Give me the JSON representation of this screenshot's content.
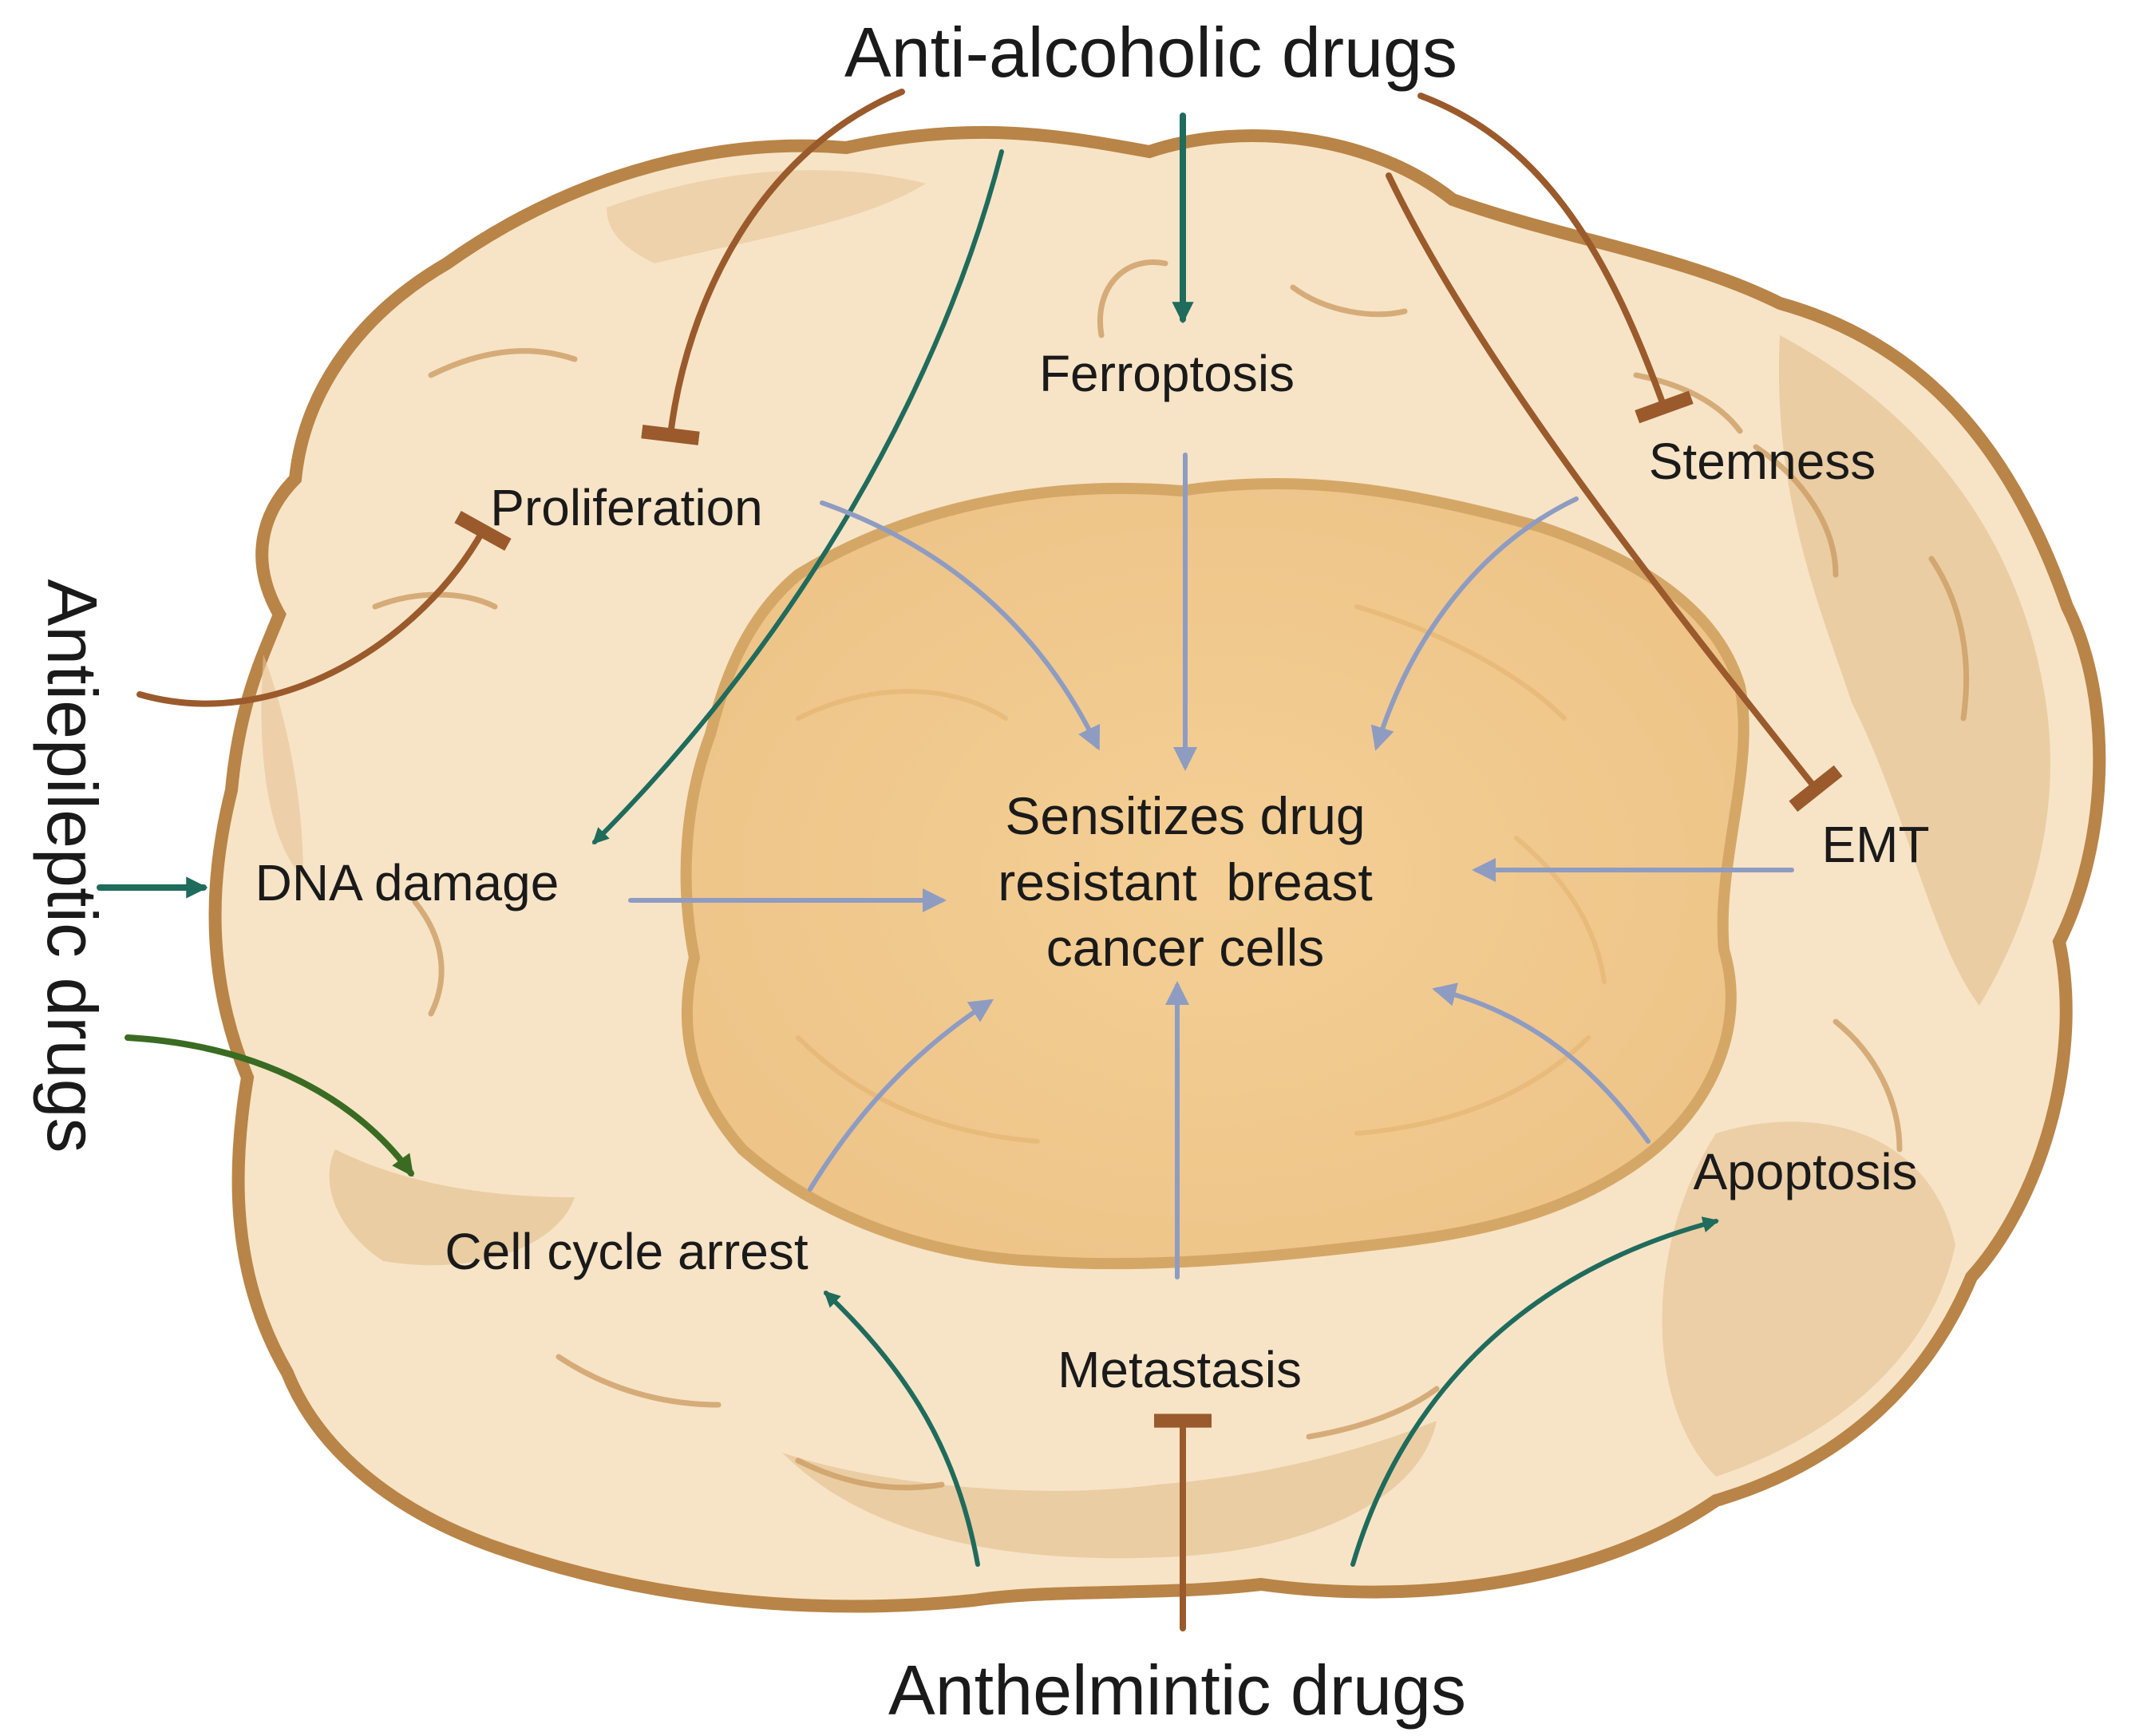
{
  "drugs": {
    "top": "Anti-alcoholic drugs",
    "left": "Antiepileptic drugs",
    "bottom": "Anthelmintic drugs"
  },
  "nodes": {
    "ferroptosis": "Ferroptosis",
    "proliferation": "Proliferation",
    "stemness": "Stemness",
    "dna_damage": "DNA damage",
    "emt": "EMT",
    "cell_cycle_arrest": "Cell cycle arrest",
    "apoptosis": "Apoptosis",
    "metastasis": "Metastasis"
  },
  "center": {
    "line1": "Sensitizes drug",
    "line2": "resistant  breast",
    "line3": "cancer cells"
  },
  "colors": {
    "cell_fill": "#f7e4c6",
    "cell_outline": "#b98447",
    "nucleus_fill": "#f0c98f",
    "nucleus_outline": "#d5a766",
    "activation_arrow": "#1f6b5c",
    "antiepileptic_arrow": "#3a6b22",
    "inhibition": "#9a5a2c",
    "pathway_arrow": "#8e9cc2"
  }
}
